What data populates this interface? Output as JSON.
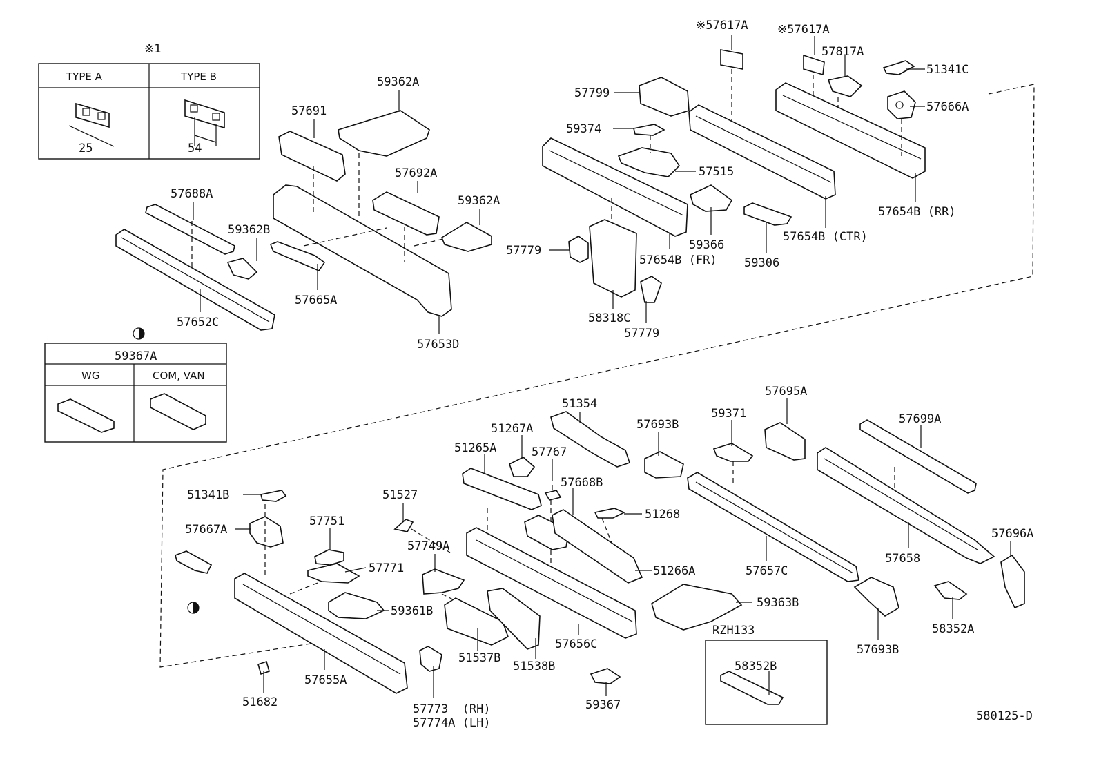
{
  "note_mark": "※1",
  "diagram_code": "580125-D",
  "type_table": {
    "col_a": "TYPE A",
    "col_b": "TYPE B",
    "dim_a": "25",
    "dim_b": "54"
  },
  "variant_table": {
    "part": "59367A",
    "col_1": "WG",
    "col_2": "COM, VAN"
  },
  "rzh_box": {
    "title": "RZH133",
    "part": "58352B"
  },
  "labels": {
    "p59362A_top": "59362A",
    "p57691": "57691",
    "p57692A": "57692A",
    "p59362A_right": "59362A",
    "p57688A": "57688A",
    "p59362B": "59362B",
    "p57665A": "57665A",
    "p57652C": "57652C",
    "p57653D": "57653D",
    "p57799": "57799",
    "p59374": "59374",
    "p57515": "57515",
    "p59366": "59366",
    "p57654B_FR": "57654B (FR)",
    "p57779_a": "57779",
    "p57779_b": "57779",
    "p58318C": "58318C",
    "p57617A_a": "※57617A",
    "p57617A_b": "※57617A",
    "p57817A": "57817A",
    "p51341C": "51341C",
    "p57666A": "57666A",
    "p57654B_CTR": "57654B (CTR)",
    "p57654B_RR": "57654B (RR)",
    "p59306": "59306",
    "p51354": "51354",
    "p51267A": "51267A",
    "p51265A": "51265A",
    "p57767": "57767",
    "p57668B": "57668B",
    "p51268": "51268",
    "p51266A": "51266A",
    "p57693B_top": "57693B",
    "p59371": "59371",
    "p57695A": "57695A",
    "p57699A": "57699A",
    "p57657C": "57657C",
    "p57658": "57658",
    "p57696A": "57696A",
    "p51341B": "51341B",
    "p57667A": "57667A",
    "p57751": "57751",
    "p57771": "57771",
    "p59361B": "59361B",
    "p51527": "51527",
    "p57749A": "57749A",
    "p51537B": "51537B",
    "p51538B": "51538B",
    "p57656C": "57656C",
    "p59363B": "59363B",
    "p57693B_bot": "57693B",
    "p58352A": "58352A",
    "p59367": "59367",
    "p57655A": "57655A",
    "p51682": "51682",
    "p57773": "57773  (RH)",
    "p57774A": "57774A (LH)"
  }
}
